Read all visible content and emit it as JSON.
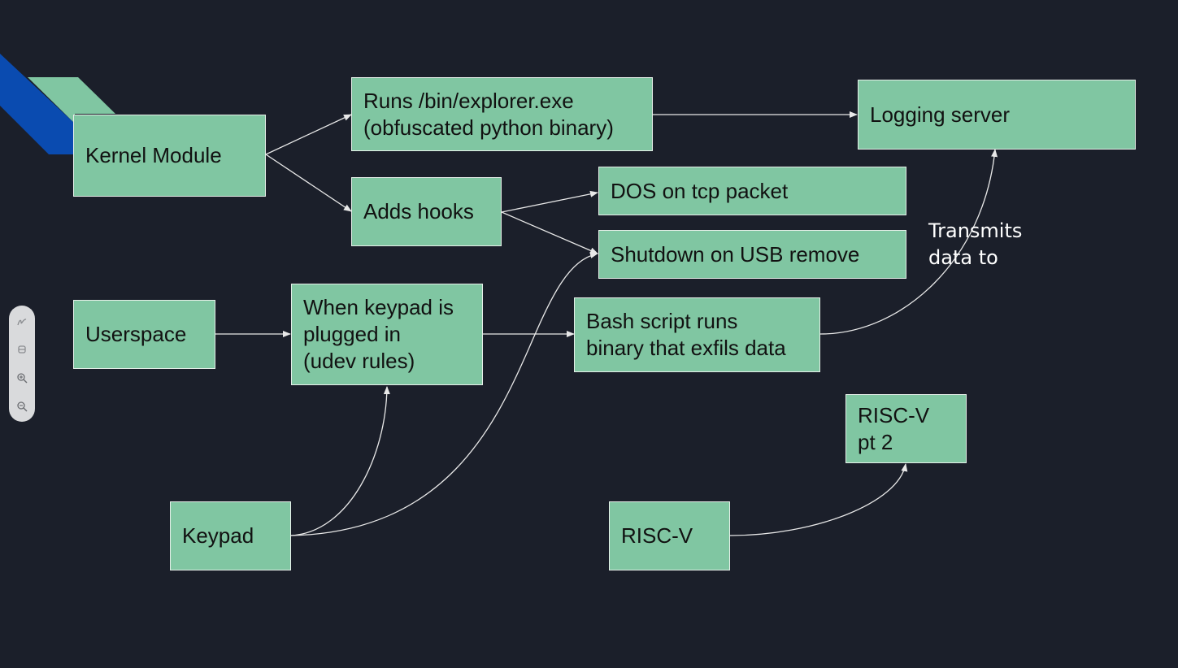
{
  "nodes": {
    "kernel_module": "Kernel Module",
    "runs_explorer": "Runs /bin/explorer.exe\n(obfuscated python binary)",
    "adds_hooks": "Adds hooks",
    "logging_server": "Logging server",
    "dos_tcp": "DOS on tcp packet",
    "shutdown_usb": "Shutdown on USB remove",
    "userspace": "Userspace",
    "keypad_plugged": "When keypad is\nplugged in\n(udev rules)",
    "bash_script": "Bash script runs\nbinary that exfils data",
    "keypad": "Keypad",
    "riscv": "RISC-V",
    "riscv_pt2": "RISC-V\npt 2"
  },
  "edge_label": "Transmits\ndata to",
  "toolbar": {
    "tools": [
      "pen-icon",
      "eraser-icon",
      "zoom-in-icon",
      "zoom-out-icon"
    ]
  },
  "colors": {
    "background": "#1b1f2a",
    "node_fill": "#80c6a2",
    "node_border": "#e6efe9",
    "edge": "#e8e8e8",
    "accent_blue": "#0a4bb0",
    "accent_green": "#80c6a2"
  }
}
